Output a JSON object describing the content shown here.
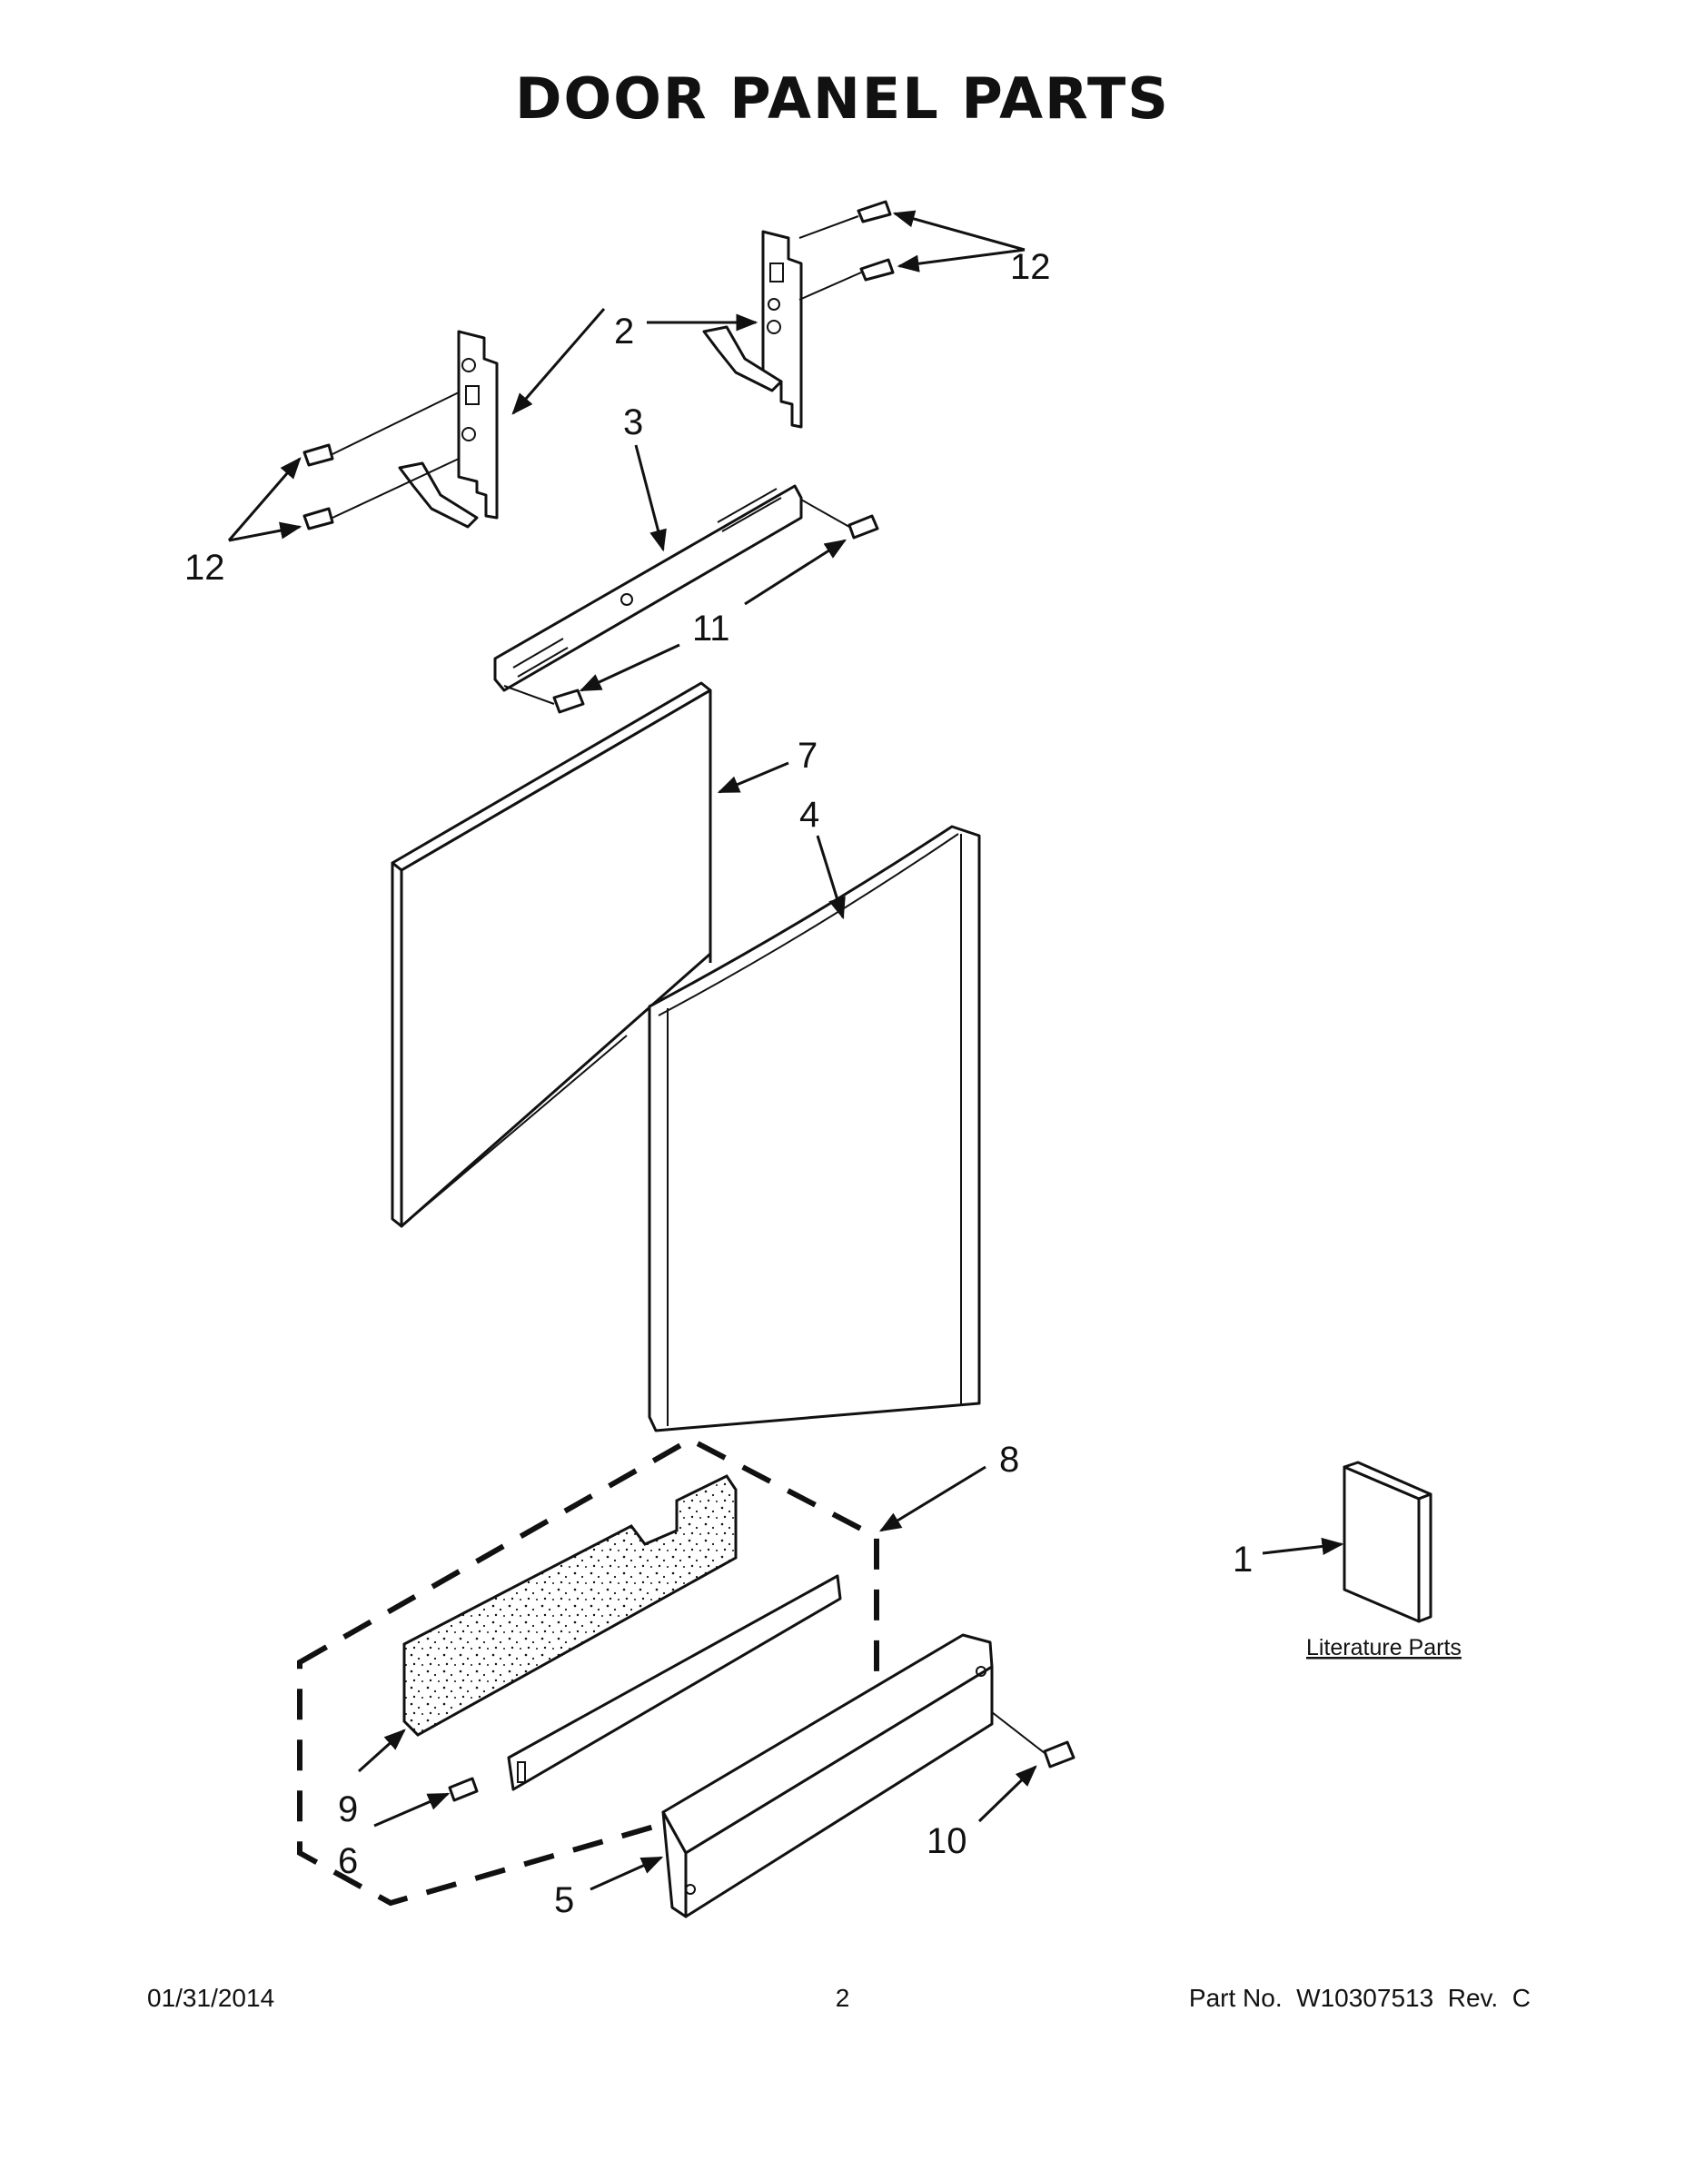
{
  "title": "DOOR PANEL PARTS",
  "callouts": {
    "c1": "1",
    "c2": "2",
    "c3": "3",
    "c4": "4",
    "c5": "5",
    "c6": "6",
    "c7": "7",
    "c8": "8",
    "c9": "9",
    "c10": "10",
    "c11": "11",
    "c12a": "12",
    "c12b": "12"
  },
  "literature_label": "Literature Parts",
  "footer": {
    "date": "01/31/2014",
    "page": "2",
    "part_no": "Part No.  W10307513  Rev.  C"
  }
}
